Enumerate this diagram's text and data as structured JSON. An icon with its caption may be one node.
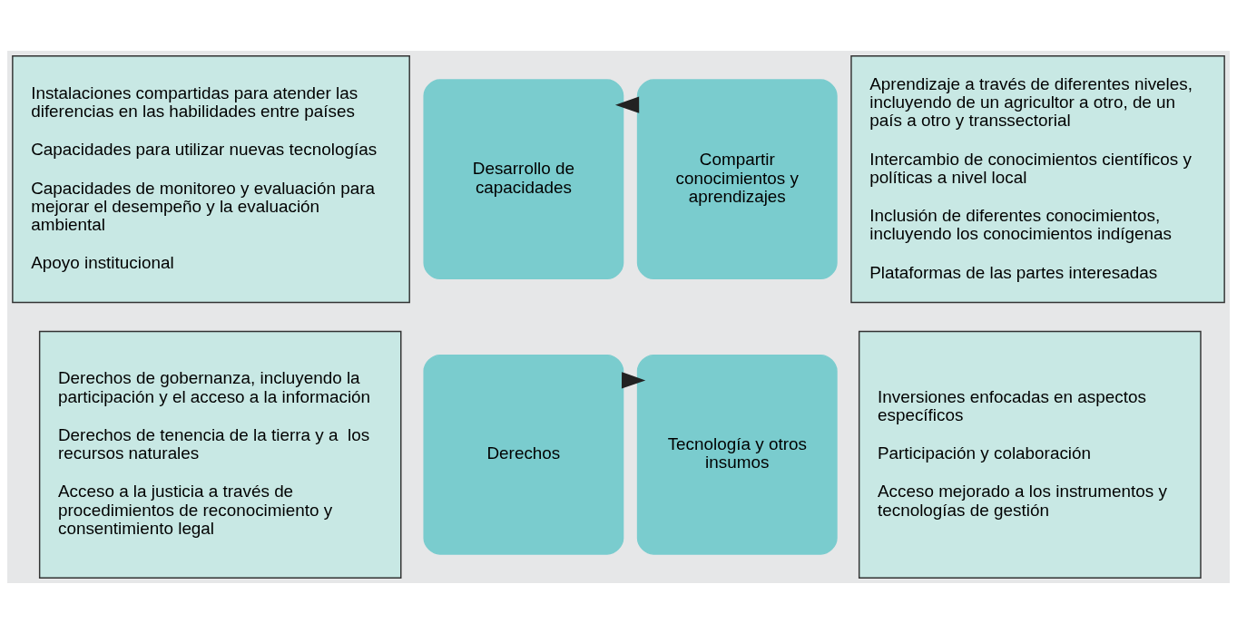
{
  "diagram": {
    "nodes": [
      {
        "text": [
          "Instalaciones compartidas para atender las diferencias en las habilidades entre países",
          "Capacidades para utilizar nuevas tecnologías",
          "Capacidades de monitoreo y evaluación para mejorar el desempeño y la evaluación ambiental",
          "Apoyo institucional"
        ]
      },
      {
        "text": [
          "Aprendizaje a través de diferentes niveles, incluyendo de un agricultor a otro, de un país a otro y transsectorial",
          "Intercambio de conocimientos científicos y políticas a nivel local",
          "Inclusión de diferentes conocimientos, incluyendo los conocimientos indígenas",
          "Plataformas de las partes interesadas"
        ]
      },
      {
        "text": [
          "Desarrollo de capacidades"
        ]
      },
      {
        "text": [
          "Compartir conocimientos y aprendizajes"
        ]
      },
      {
        "text": [
          "Derechos"
        ]
      },
      {
        "text": [
          "Tecnología y otros insumos"
        ]
      },
      {
        "text": [
          "Derechos de gobernanza, incluyendo la participación y el acceso a la información",
          "Derechos de tenencia de la tierra y a  los recursos naturales",
          "Acceso a la justicia a través de procedimientos de reconocimiento y consentimiento legal"
        ]
      },
      {
        "text": [
          "Inversiones enfocadas en aspectos específicos",
          "Participación y colaboración",
          "Acceso mejorado a los instrumentos y tecnologías de gestión"
        ]
      }
    ],
    "edges": [
      {
        "from": 3,
        "to": 2,
        "arrow": "to",
        "style": "thick"
      },
      {
        "from": 4,
        "to": 5,
        "arrow": "to",
        "style": "thick"
      }
    ]
  }
}
